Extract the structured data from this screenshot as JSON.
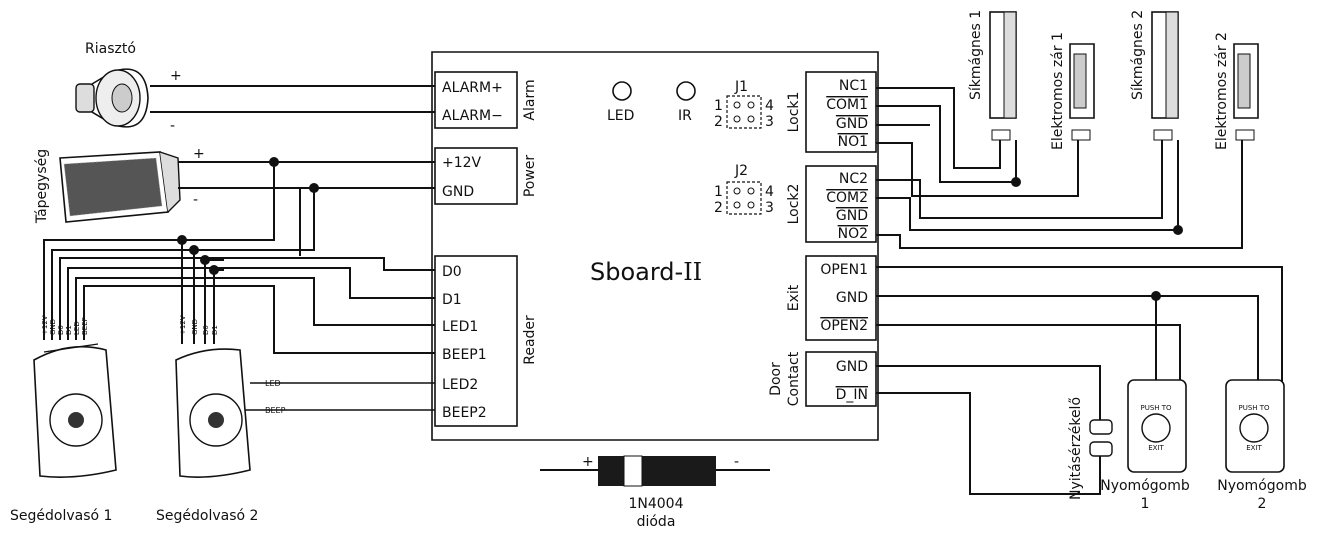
{
  "board": {
    "title": "Sboard-",
    "title_roman": "II",
    "led": "LED",
    "ir": "IR",
    "j1": "J1",
    "j2": "J2",
    "j_pins": {
      "p1": "1",
      "p2": "2",
      "p3": "3",
      "p4": "4"
    }
  },
  "alarm": {
    "group": "Alarm",
    "pins": [
      "ALARM+",
      "ALARM−"
    ]
  },
  "power": {
    "group": "Power",
    "pins": [
      "+12V",
      "GND"
    ]
  },
  "reader": {
    "group": "Reader",
    "pins": [
      "D0",
      "D1",
      "LED1",
      "BEEP1",
      "LED2",
      "BEEP2"
    ]
  },
  "lock1": {
    "group": "Lock1",
    "pins": [
      "NC1",
      "COM1",
      "GND",
      "NO1"
    ]
  },
  "lock2": {
    "group": "Lock2",
    "pins": [
      "NC2",
      "COM2",
      "GND",
      "NO2"
    ]
  },
  "exit": {
    "group": "Exit",
    "pins": [
      "OPEN1",
      "GND",
      "OPEN2"
    ]
  },
  "door": {
    "group_line1": "Door",
    "group_line2": "Contact",
    "pins": [
      "GND",
      "D_IN"
    ]
  },
  "devices": {
    "siren": "Riasztó",
    "psu": "Tápegység",
    "reader1": "Segédolvasó 1",
    "reader2": "Segédolvasó 2",
    "maglock1": "Síkmágnes 1",
    "elock1": "Elektromos zár 1",
    "maglock2": "Síkmágnes 2",
    "elock2": "Elektromos zár 2",
    "door_sensor": "Nyitásérzékelő",
    "button1_line1": "Nyomógomb",
    "button1_line2": "1",
    "button2_line1": "Nyomógomb",
    "button2_line2": "2",
    "diode_line1": "1N4004",
    "diode_line2": "dióda"
  },
  "reader_pins": [
    "+12V",
    "GND",
    "D0",
    "D1",
    "LED",
    "BEEP"
  ],
  "reader2_pins": [
    "+12V",
    "GND",
    "D0",
    "D1"
  ],
  "reader2_side": {
    "led": "LED",
    "beep": "BEEP"
  },
  "signs": {
    "plus": "+",
    "minus": "-"
  },
  "button_text": {
    "push": "PUSH TO",
    "exit": "EXIT"
  }
}
